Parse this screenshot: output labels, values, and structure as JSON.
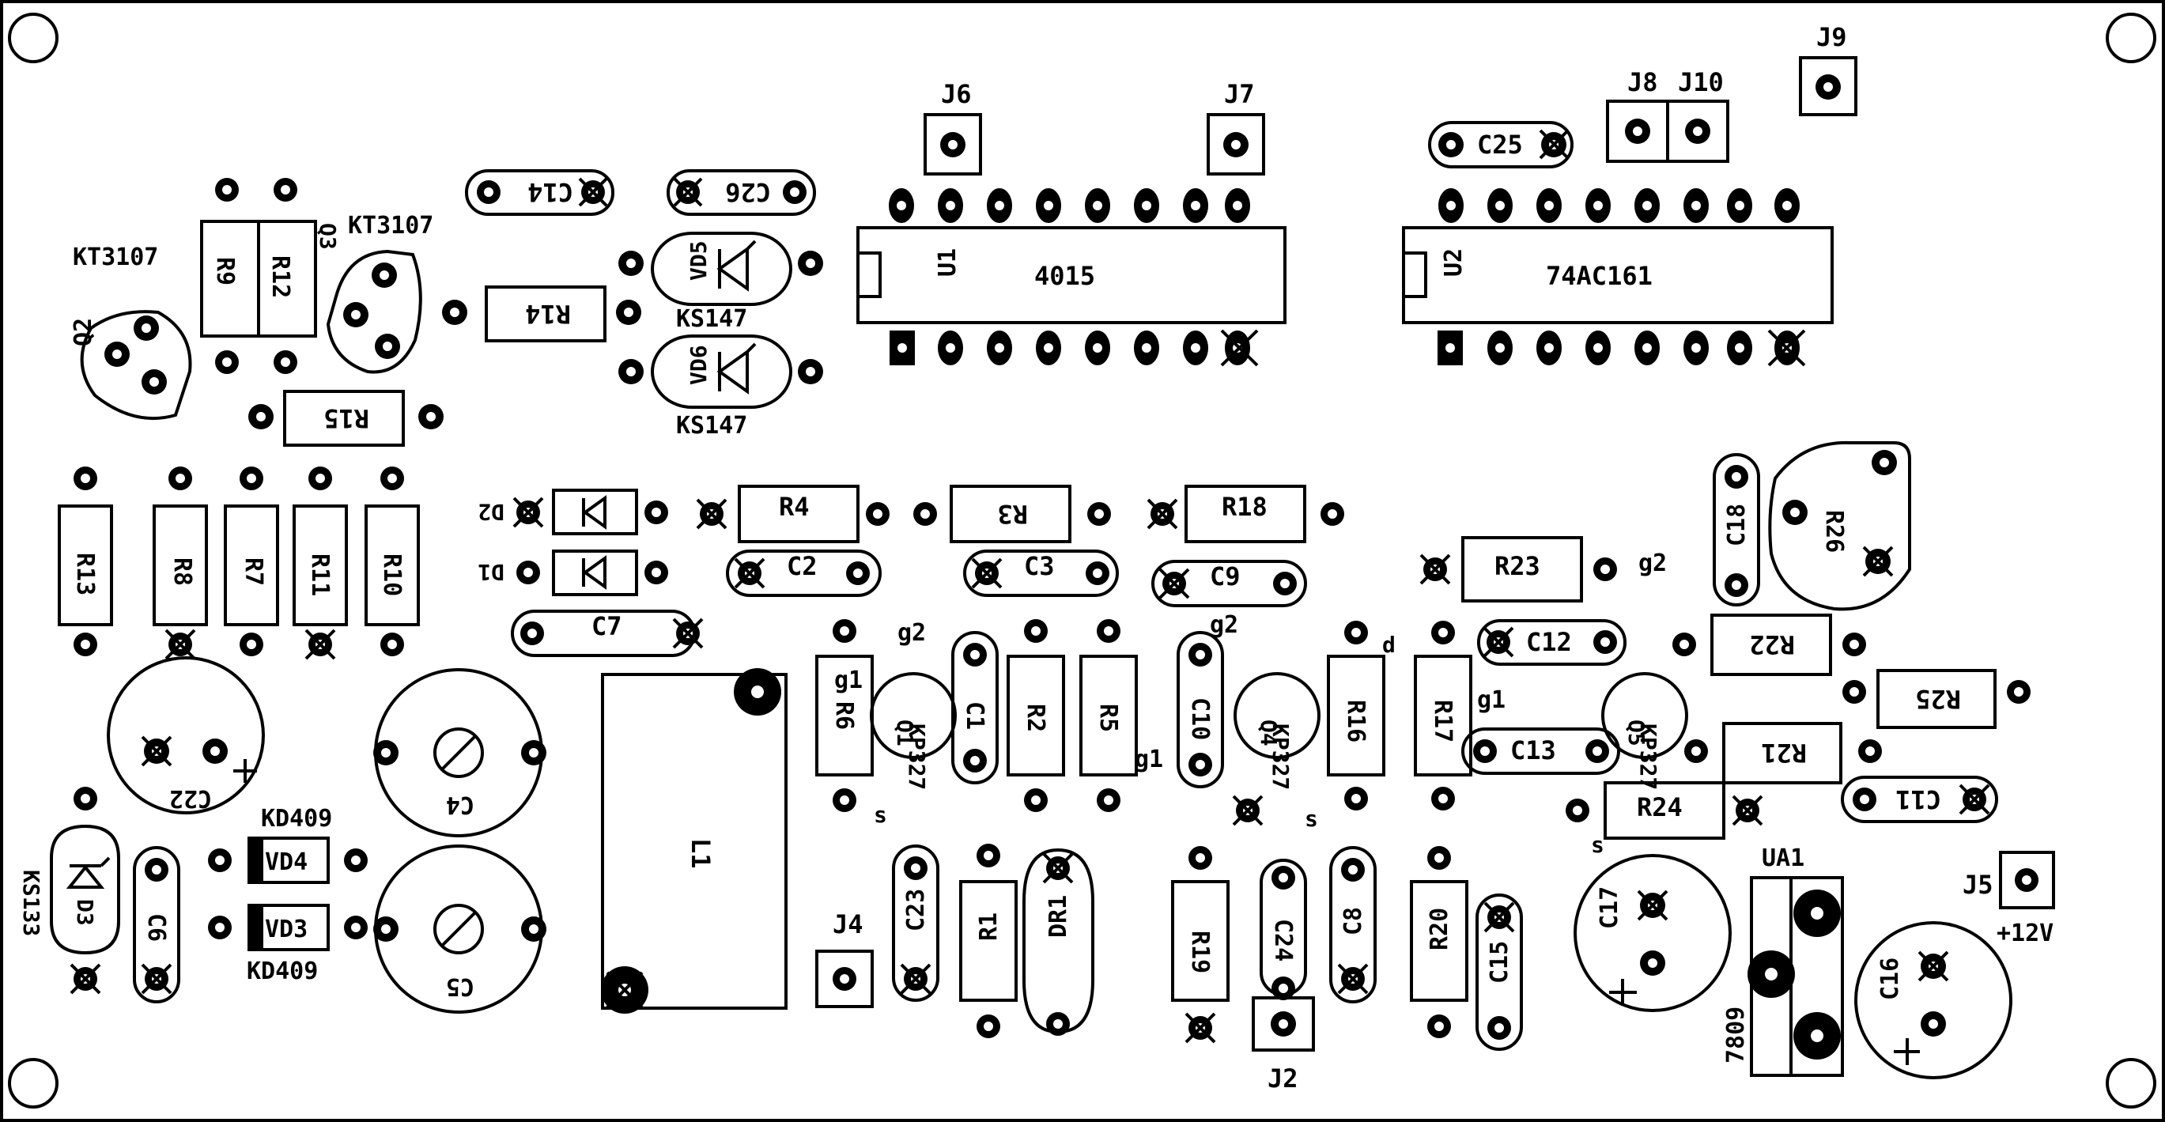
{
  "colors": {
    "ink": "#000000",
    "board": "#ffffff"
  },
  "board": {
    "description": "PCB component placement (silkscreen) layout"
  },
  "labels": {
    "j6": "J6",
    "j7": "J7",
    "j8": "J8",
    "j10": "J10",
    "j9": "J9",
    "j4": "J4",
    "j2": "J2",
    "j5": "J5",
    "plus12v": "+12V",
    "u1": "U1",
    "u1_part": "4015",
    "u2": "U2",
    "u2_part": "74AC161",
    "q2": "Q2",
    "q2_part": "KT3107",
    "q3": "Q3",
    "q3_part": "KT3107",
    "r9": "R9",
    "r12": "R12",
    "r14": "R14",
    "r15": "R15",
    "c14": "C14",
    "c26": "C26",
    "c25": "C25",
    "vd5": "VD5",
    "vd5_part": "KS147",
    "vd6": "VD6",
    "vd6_part": "KS147",
    "r13": "R13",
    "r8": "R8",
    "r7": "R7",
    "r11": "R11",
    "r10": "R10",
    "d2": "D2",
    "d1": "D1",
    "r4": "R4",
    "r3": "R3",
    "r18": "R18",
    "c2": "C2",
    "c3": "C3",
    "c9": "C9",
    "c7": "C7",
    "r23": "R23",
    "g2a": "g2",
    "c18": "C18",
    "r26": "R26",
    "c22": "C22",
    "c4": "C4",
    "c5": "C5",
    "l1": "L1",
    "g2b": "g2",
    "g1a": "g1",
    "r6": "R6",
    "q1": "Q1",
    "q1_part": "KP327",
    "c1": "C1",
    "r2": "R2",
    "r5": "R5",
    "sa": "s",
    "g2c": "g2",
    "g1b": "g1",
    "c10": "C10",
    "q4": "Q4",
    "q4_part": "KP327",
    "r16": "R16",
    "d": "d",
    "sb": "s",
    "r17": "R17",
    "g1c": "g1",
    "c12": "C12",
    "c13": "C13",
    "q5": "Q5",
    "q5_part": "KP327",
    "r22": "R22",
    "r25": "R25",
    "r21": "R21",
    "r24": "R24",
    "sc": "s",
    "c11": "C11",
    "d3": "D3",
    "d3_part": "KS133",
    "c6": "C6",
    "vd4": "VD4",
    "vd4_part": "KD409",
    "vd3": "VD3",
    "vd3_part": "KD409",
    "c23": "C23",
    "r1": "R1",
    "dr1": "DR1",
    "r19": "R19",
    "c24": "C24",
    "c8": "C8",
    "r20": "R20",
    "c15": "C15",
    "c17": "C17",
    "ua1": "UA1",
    "ua1_part": "7809",
    "c16": "C16"
  }
}
